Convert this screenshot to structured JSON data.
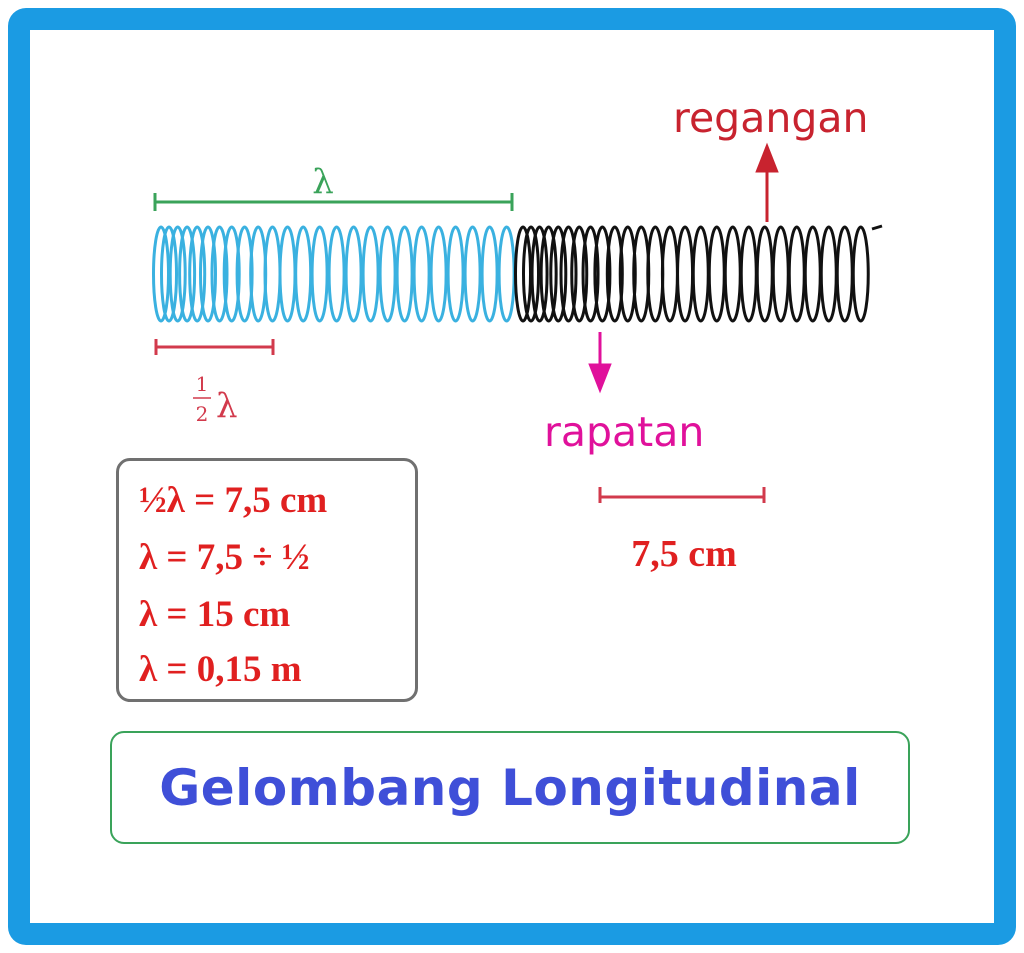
{
  "colors": {
    "frame_border": "#1b9be3",
    "spring_stretched": "#3ab1e0",
    "spring_compressed": "#111111",
    "wavelength_marker": "#3aa35a",
    "half_marker": "#d23a4c",
    "regangan": "#c8232f",
    "rapatan": "#e0119b",
    "formula_text": "#e02020",
    "formula_box_border": "#707070",
    "title_text": "#3f4fd8",
    "title_box_border": "#3aa35a"
  },
  "labels": {
    "lambda": "λ",
    "half_numerator": "1",
    "half_denominator": "2",
    "half_lambda": "λ",
    "regangan": "regangan",
    "rapatan": "rapatan",
    "distance": "7,5 cm"
  },
  "formulas": [
    "½λ = 7,5 cm",
    "λ = 7,5 ÷ ½",
    "λ = 15 cm",
    "λ = 0,15 m"
  ],
  "title": "Gelombang Longitudinal"
}
